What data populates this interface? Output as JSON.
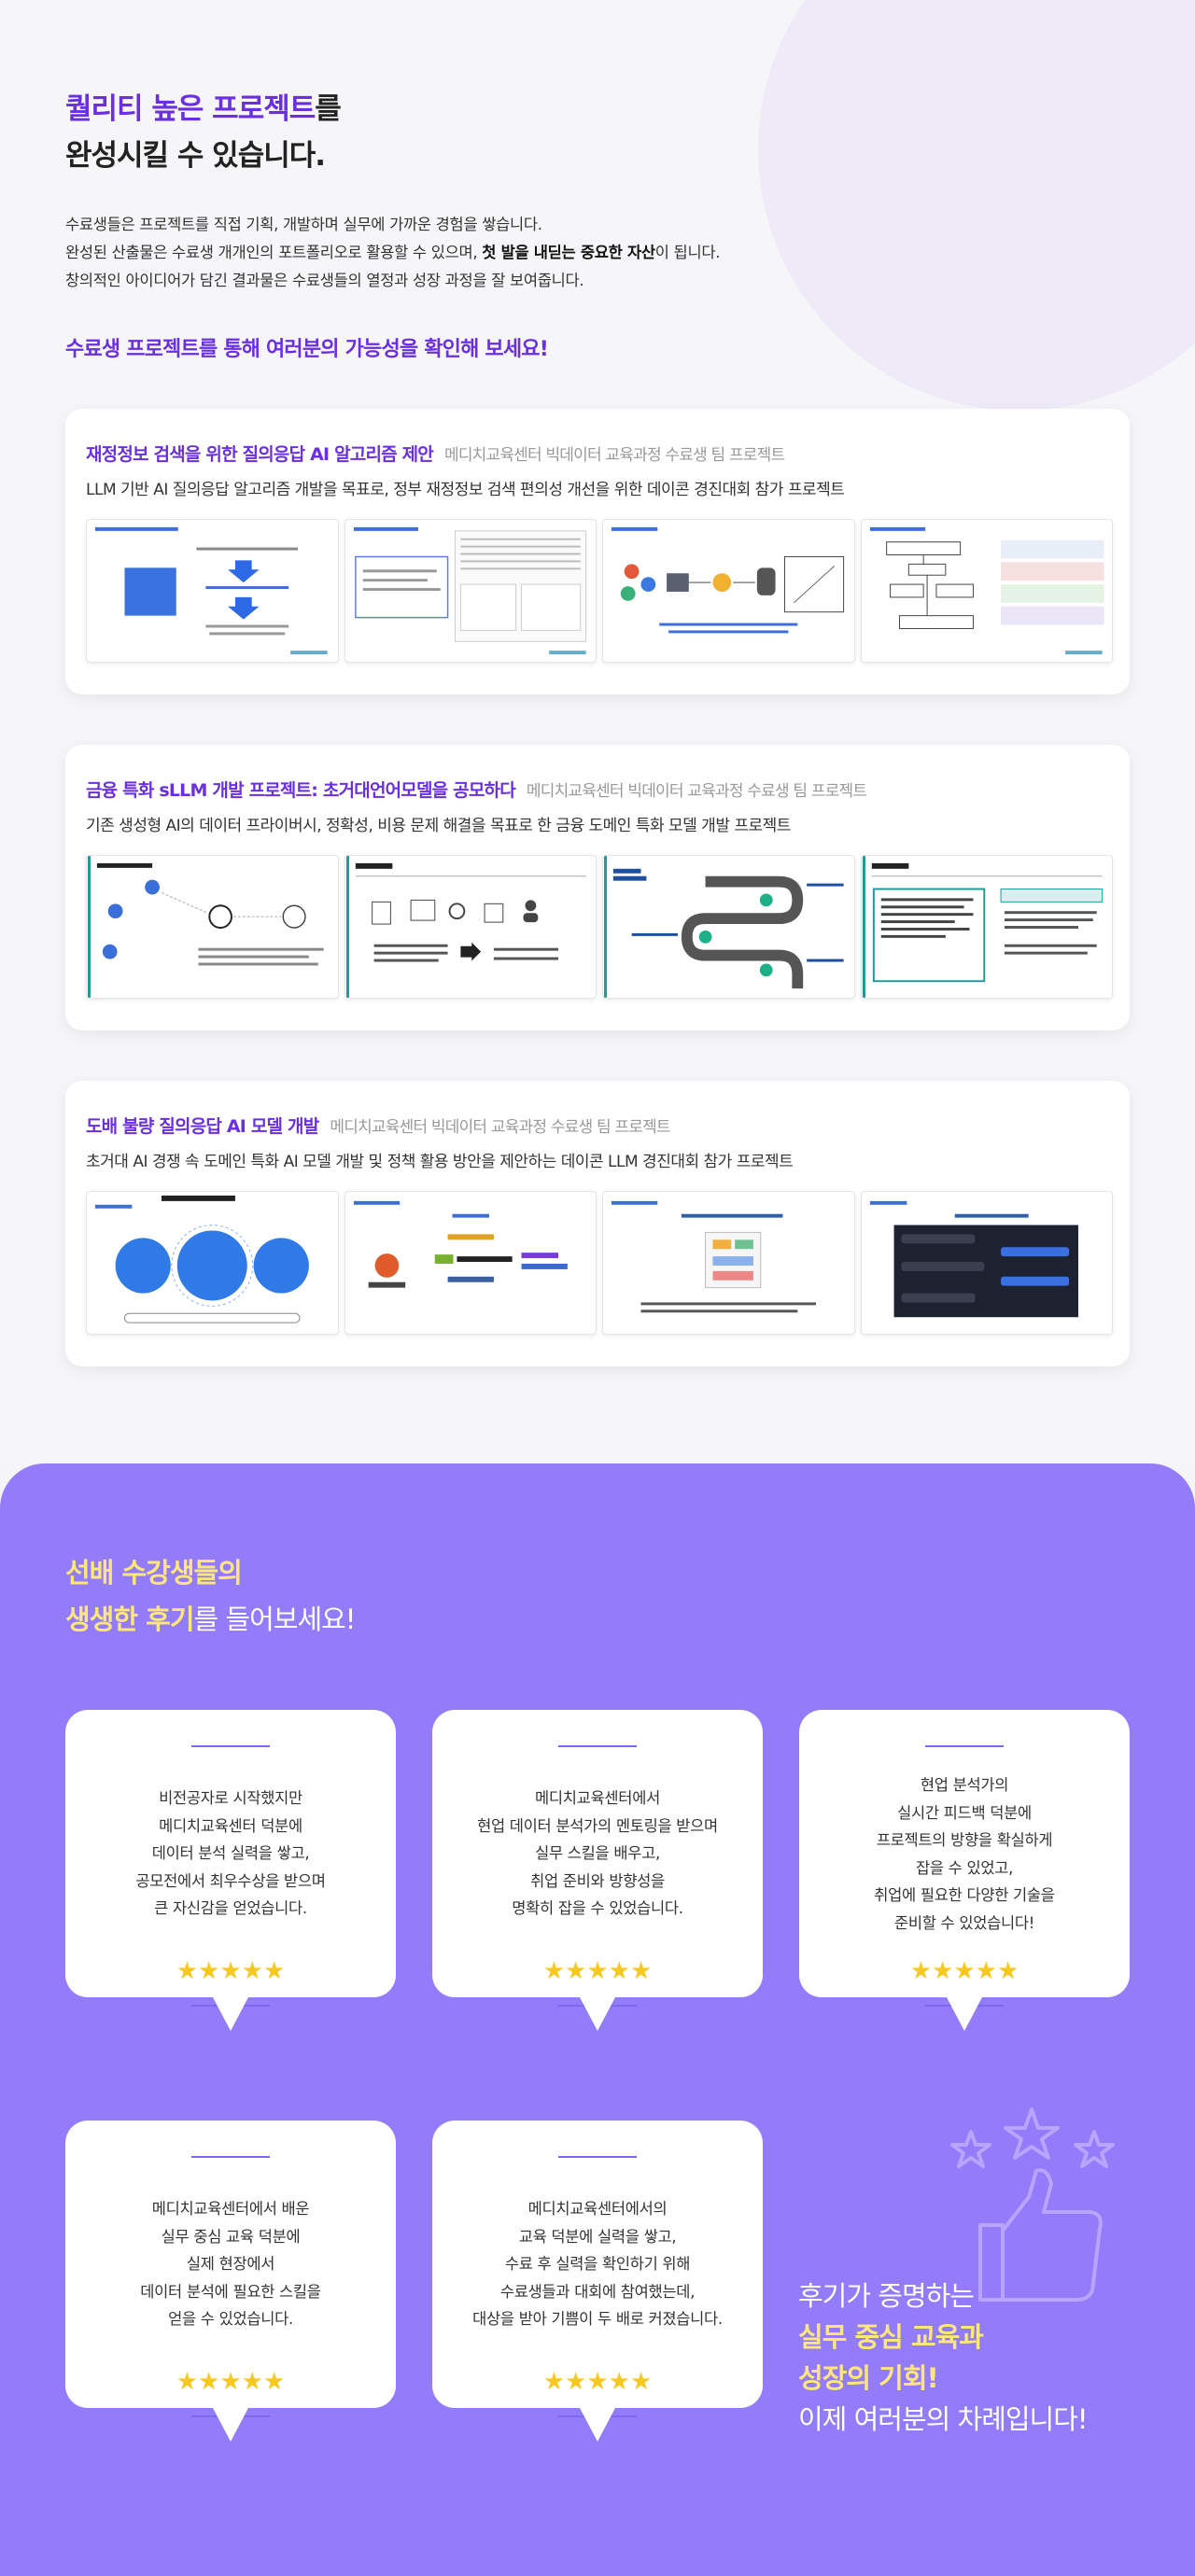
{
  "hero": {
    "title_highlight": "퀄리티 높은 프로젝트",
    "title_rest1": "를",
    "title_line2": "완성시킬 수 있습니다.",
    "intro_line1": "수료생들은 프로젝트를 직접 기획, 개발하며 실무에 가까운 경험을 쌓습니다.",
    "intro_line2_a": "완성된 산출물은 수료생 개개인의 포트폴리오로 활용할 수 있으며, ",
    "intro_line2_b": "첫 발을 내딛는 중요한 자산",
    "intro_line2_c": "이 됩니다.",
    "intro_line3": "창의적인 아이디어가 담긴 결과물은 수료생들의 열정과 성장 과정을 잘 보여줍니다.",
    "cta": "수료생 프로젝트를 통해 여러분의 가능성을 확인해 보세요!"
  },
  "projects": [
    {
      "title": "재정정보 검색을 위한 질의응답 AI 알고리즘 제안",
      "team": "메디치교육센터 빅데이터 교육과정 수료생 팀 프로젝트",
      "desc": "LLM 기반 AI 질의응답 알고리즘 개발을 목표로, 정부 재정정보 검색 편의성 개선을 위한 데이콘 경진대회 참가 프로젝트"
    },
    {
      "title": "금융 특화 sLLM 개발 프로젝트: 초거대언어모델을 공모하다",
      "team": "메디치교육센터 빅데이터 교육과정 수료생 팀 프로젝트",
      "desc": "기존 생성형 AI의 데이터 프라이버시, 정확성, 비용 문제 해결을 목표로 한 금융 도메인 특화 모델 개발 프로젝트"
    },
    {
      "title": "도배 불량 질의응답 AI 모델 개발",
      "team": "메디치교육센터 빅데이터 교육과정 수료생 팀 프로젝트",
      "desc": "초거대 AI 경쟁 속 도메인 특화 AI 모델 개발 및 정책 활용 방안을 제안하는 데이콘 LLM 경진대회 참가 프로젝트"
    }
  ],
  "reviews_section": {
    "title_line1": "선배 수강생들의",
    "title_line2_highlight": "생생한 후기",
    "title_line2_rest": "를 들어보세요!"
  },
  "reviews": [
    {
      "text": "비전공자로 시작했지만\n메디치교육센터 덕분에\n데이터 분석 실력을 쌓고,\n공모전에서 최우수상을 받으며\n큰 자신감을 얻었습니다.",
      "stars": "★★★★★"
    },
    {
      "text": "메디치교육센터에서\n현업 데이터 분석가의 멘토링을 받으며\n실무 스킬을 배우고,\n취업 준비와 방향성을\n명확히 잡을 수 있었습니다.",
      "stars": "★★★★★"
    },
    {
      "text": "현업 분석가의\n실시간 피드백 덕분에\n프로젝트의 방향을 확실하게\n잡을 수 있었고,\n취업에 필요한 다양한 기술을\n준비할 수 있었습니다!",
      "stars": "★★★★★"
    },
    {
      "text": "메디치교육센터에서 배운\n실무 중심 교육 덕분에\n실제 현장에서\n데이터 분석에 필요한 스킬을\n얻을 수 있었습니다.",
      "stars": "★★★★★"
    },
    {
      "text": "메디치교육센터에서의\n교육 덕분에 실력을 쌓고,\n수료 후 실력을 확인하기 위해\n수료생들과 대회에 참여했는데,\n대상을 받아 기쁨이 두 배로 커졌습니다.",
      "stars": "★★★★★"
    }
  ],
  "closing": {
    "line1": "후기가 증명하는",
    "line2": "실무 중심 교육과",
    "line3": "성장의 기회!",
    "line4": "이제 여러분의 차례입니다!"
  },
  "colors": {
    "accent": "#6a2fe0",
    "review_bg": "#927cfa",
    "highlight": "#ffe67a",
    "star": "#f7c81d"
  },
  "icons": {
    "rating": "star-icon",
    "closing_deco": "thumbs-up-icon"
  }
}
